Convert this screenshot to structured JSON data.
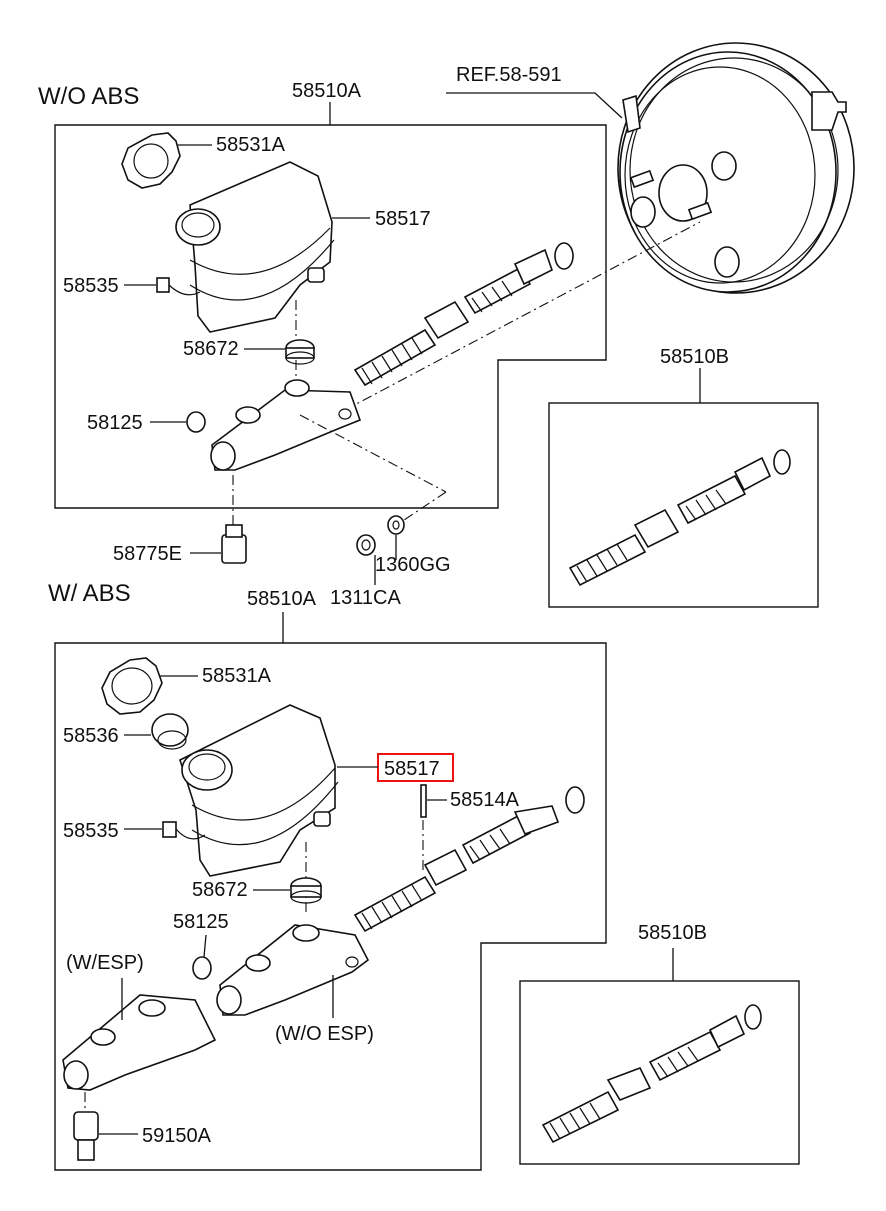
{
  "sections": {
    "wo_abs": "W/O ABS",
    "w_abs": "W/ ABS",
    "w_esp": "(W/ESP)",
    "wo_esp": "(W/O ESP)"
  },
  "reference": "REF.58-591",
  "top": {
    "assembly": "58510A",
    "cap": "58531A",
    "reservoir": "58517",
    "sensor": "58535",
    "grommet": "58672",
    "plug": "58125",
    "valve": "58775E",
    "washer": "1360GG",
    "nut": "1311CA",
    "kit": "58510B"
  },
  "bottom": {
    "assembly": "58510A",
    "cap": "58531A",
    "strainer": "58536",
    "reservoir": "58517",
    "pin": "58514A",
    "sensor": "58535",
    "grommet": "58672",
    "plug": "58125",
    "switch": "59150A",
    "kit": "58510B"
  },
  "highlight_color": "#e11111"
}
